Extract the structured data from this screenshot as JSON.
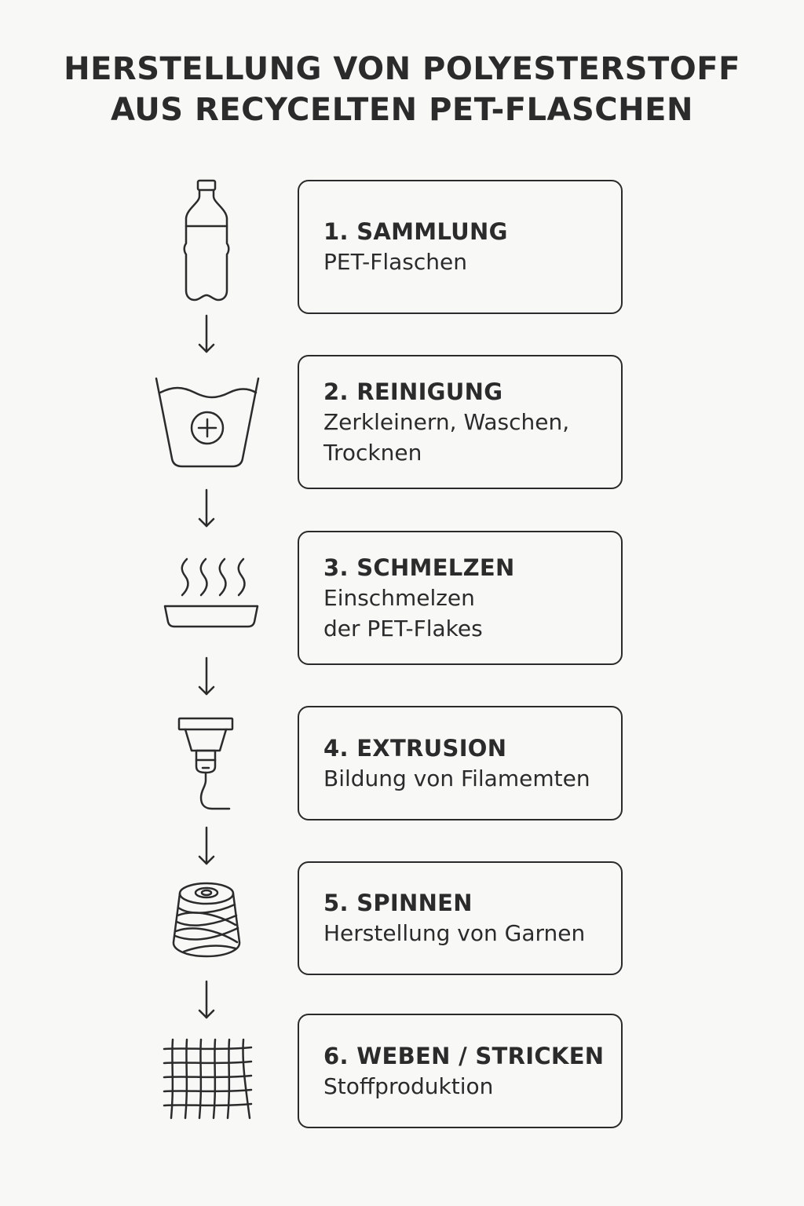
{
  "title": {
    "line1": "HERSTELLUNG VON POLYESTERSTOFF",
    "line2": "AUS RECYCELTEN PET-FLASCHEN"
  },
  "steps": [
    {
      "title": "1. SAMMLUNG",
      "desc": "PET-Flaschen",
      "icon": "bottle-icon"
    },
    {
      "title": "2. REINIGUNG",
      "desc": "Zerkleinern, Waschen,\nTrocknen",
      "icon": "wash-basin-icon"
    },
    {
      "title": "3. SCHMELZEN",
      "desc": "Einschmelzen\nder PET-Flakes",
      "icon": "melting-pan-icon"
    },
    {
      "title": "4. EXTRUSION",
      "desc": "Bildung von Filamemten",
      "icon": "extruder-nozzle-icon"
    },
    {
      "title": "5. SPINNEN",
      "desc": "Herstellung von Garnen",
      "icon": "yarn-spool-icon"
    },
    {
      "title": "6. WEBEN / STRICKEN",
      "desc": "Stoffproduktion",
      "icon": "woven-fabric-icon"
    }
  ],
  "colors": {
    "background": "#f8f8f6",
    "ink": "#2b2b2b"
  }
}
